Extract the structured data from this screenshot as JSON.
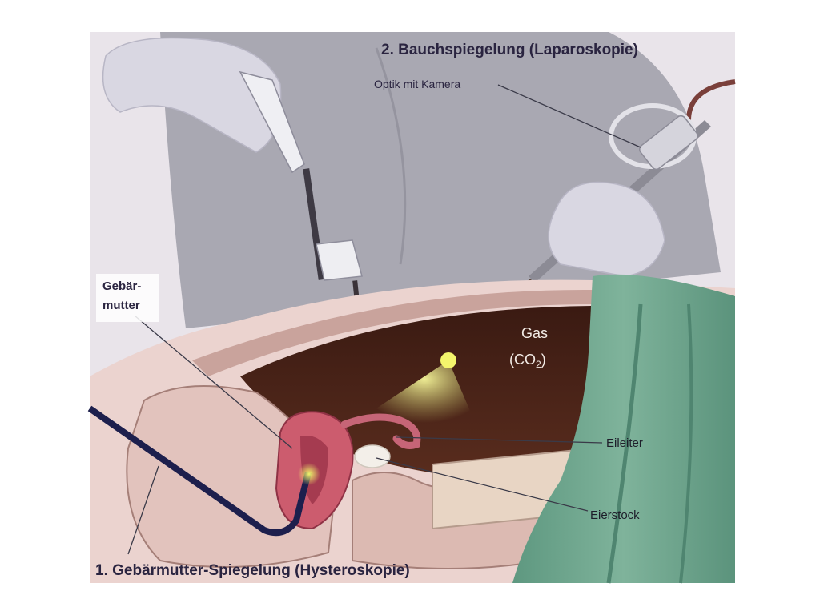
{
  "labels": {
    "laparoscopy": "2. Bauchspiegelung (Laparoskopie)",
    "camera_optic": "Optik mit Kamera",
    "uterus_line1": "Gebär-",
    "uterus_line2": "mutter",
    "gas": "Gas",
    "gas_formula_main": "(CO",
    "gas_formula_sub": "2",
    "gas_formula_close": ")",
    "fallopian_tube": "Eileiter",
    "ovary": "Eierstock",
    "hysteroscopy": "1. Gebärmutter-Spiegelung (Hysteroskopie)"
  },
  "colors": {
    "background": "#ffffff",
    "gown": "#a9a8b2",
    "skin": "#ebd3cf",
    "cavity": "#4a2418",
    "drape": "#6aa089",
    "hysteroscope": "#1d1f4d",
    "uterus": "#cc5c6e",
    "light": "#eff27a",
    "label_text": "#2a2440"
  }
}
